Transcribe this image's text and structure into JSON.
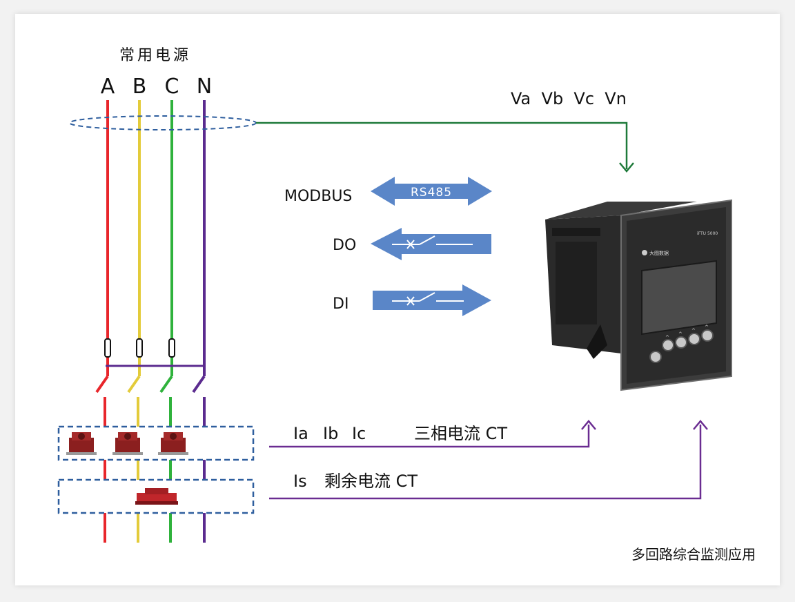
{
  "source_title": "常用电源",
  "phases": [
    {
      "label": "A",
      "color": "#e8262b"
    },
    {
      "label": "B",
      "color": "#e3cb3a"
    },
    {
      "label": "C",
      "color": "#2fb23c"
    },
    {
      "label": "N",
      "color": "#5b2b8f"
    }
  ],
  "voltage_label": "Va  Vb  Vc  Vn",
  "comm": {
    "modbus_label": "MODBUS",
    "rs485_label": "RS485",
    "do_label": "DO",
    "di_label": "DI"
  },
  "current": {
    "phase_labels": [
      "Ia",
      "Ib",
      "Ic"
    ],
    "phase_ct_label": "三相电流 CT",
    "residual_label": "Is",
    "residual_ct_label": "剩余电流 CT"
  },
  "device": {
    "brand_text": "大图数据",
    "model_text": "iFTU 5000"
  },
  "caption": "多回路综合监测应用",
  "colors": {
    "arrow_blue": "#5a86c8",
    "voltage_green": "#1e7a3a",
    "signal_purple": "#6a2c91",
    "dashed_blue": "#2e5e9e"
  }
}
